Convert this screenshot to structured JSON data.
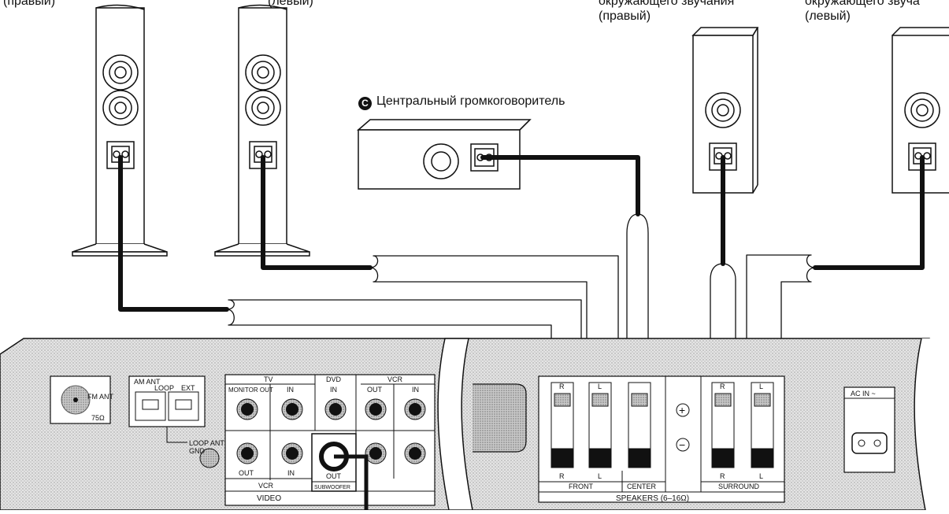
{
  "labels": {
    "front_right_cut": "(правый)",
    "front_left_cut": "(левый)",
    "surround_right_line1": "окружающего звучания",
    "surround_right_line2": "(правый)",
    "surround_left_line1": "окружающего звуча",
    "surround_left_line2": "(левый)",
    "center_badge": "C",
    "center_label": "Центральный громкоговоритель"
  },
  "panel": {
    "fm_ant": "FM ANT",
    "fm_ohm": "75Ω",
    "am_ant": "AM ANT",
    "loop": "LOOP",
    "ext": "EXT",
    "loop_ant": "LOOP ANT",
    "gnd": "GND",
    "tv": "TV",
    "monitor_out": "MONITOR OUT",
    "tv_in": "IN",
    "dvd": "DVD",
    "dvd_in": "IN",
    "vcr_top": "VCR",
    "vcr_out": "OUT",
    "vcr_in": "IN",
    "vcr_bottom_out": "OUT",
    "vcr_bottom_in": "IN",
    "vcr_bottom": "VCR",
    "video": "VIDEO",
    "sub_out": "OUT",
    "subwoofer": "SUBWOOFER",
    "term_r": "R",
    "term_l": "L",
    "front": "FRONT",
    "center": "CENTER",
    "surround": "SURROUND",
    "speakers": "SPEAKERS (6–16Ω)",
    "plus": "+",
    "minus": "−",
    "ac_in": "AC IN ~"
  },
  "colors": {
    "ink": "#111111",
    "panel": "#d8d8d8",
    "paper": "#ffffff"
  }
}
